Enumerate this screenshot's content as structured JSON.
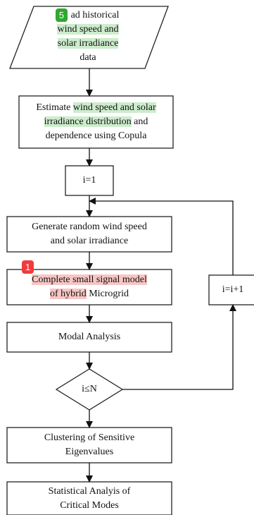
{
  "flowchart": {
    "read_data": {
      "line1_suffix": "ad historical",
      "line2": "wind speed and",
      "line3": "solar irradiance",
      "line4": "data"
    },
    "estimate": {
      "line1_a": "Estimate ",
      "line1_b": "wind speed and solar",
      "line2_a": "irradiance distribution",
      "line2_b": " and",
      "line3": "dependence using Copula"
    },
    "init": {
      "label": "i=1"
    },
    "generate": {
      "line1": "Generate random wind speed",
      "line2": "and solar irradiance"
    },
    "small_signal": {
      "line1": "Complete small signal model",
      "line2_a": "of hybrid",
      "line2_b": " Microgrid"
    },
    "modal": {
      "label": "Modal Analysis"
    },
    "decision": {
      "label": "i≤N"
    },
    "increment": {
      "label": "i=i+1"
    },
    "clustering": {
      "line1": "Clustering of Sensitive",
      "line2": "Eigenvalues"
    },
    "statistical": {
      "line1": "Statistical Analyis of",
      "line2": "Critical Modes"
    }
  },
  "tags": [
    {
      "label": "5",
      "color": "#2fa82f"
    },
    {
      "label": "1",
      "color": "#f23b3b"
    }
  ]
}
